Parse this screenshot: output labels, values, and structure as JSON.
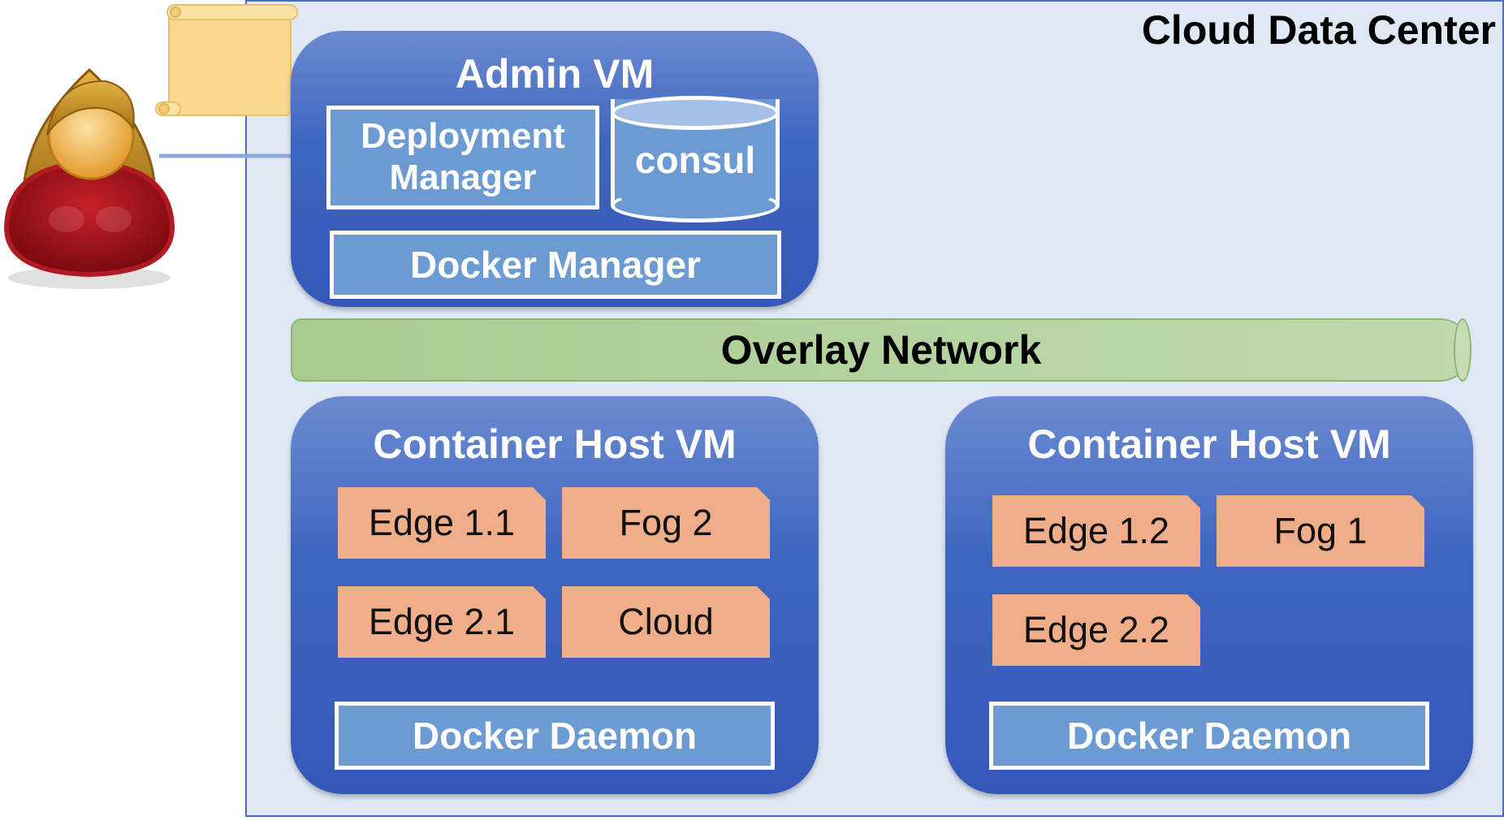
{
  "datacenter": {
    "title": "Cloud Data Center"
  },
  "admin_vm": {
    "title": "Admin VM",
    "deployment_manager": [
      "Deployment",
      "Manager"
    ],
    "consul": "consul",
    "docker_manager": "Docker Manager"
  },
  "overlay_network": {
    "label": "Overlay Network"
  },
  "host_vm_1": {
    "title": "Container Host VM",
    "containers": [
      "Edge 1.1",
      "Fog 2",
      "Edge 2.1",
      "Cloud"
    ],
    "daemon": "Docker Daemon"
  },
  "host_vm_2": {
    "title": "Container Host VM",
    "containers": [
      "Edge 1.2",
      "Fog 1",
      "Edge 2.2"
    ],
    "daemon": "Docker Daemon"
  },
  "colors": {
    "datacenter_fill": "#dfe8f4",
    "vm_blue": "#3e66c0",
    "box_blue": "#6b9bd2",
    "container_orange": "#efad8a",
    "network_green": "#b6d4a1"
  },
  "icons": [
    "user-icon",
    "scroll-icon",
    "arrow-right-icon"
  ]
}
